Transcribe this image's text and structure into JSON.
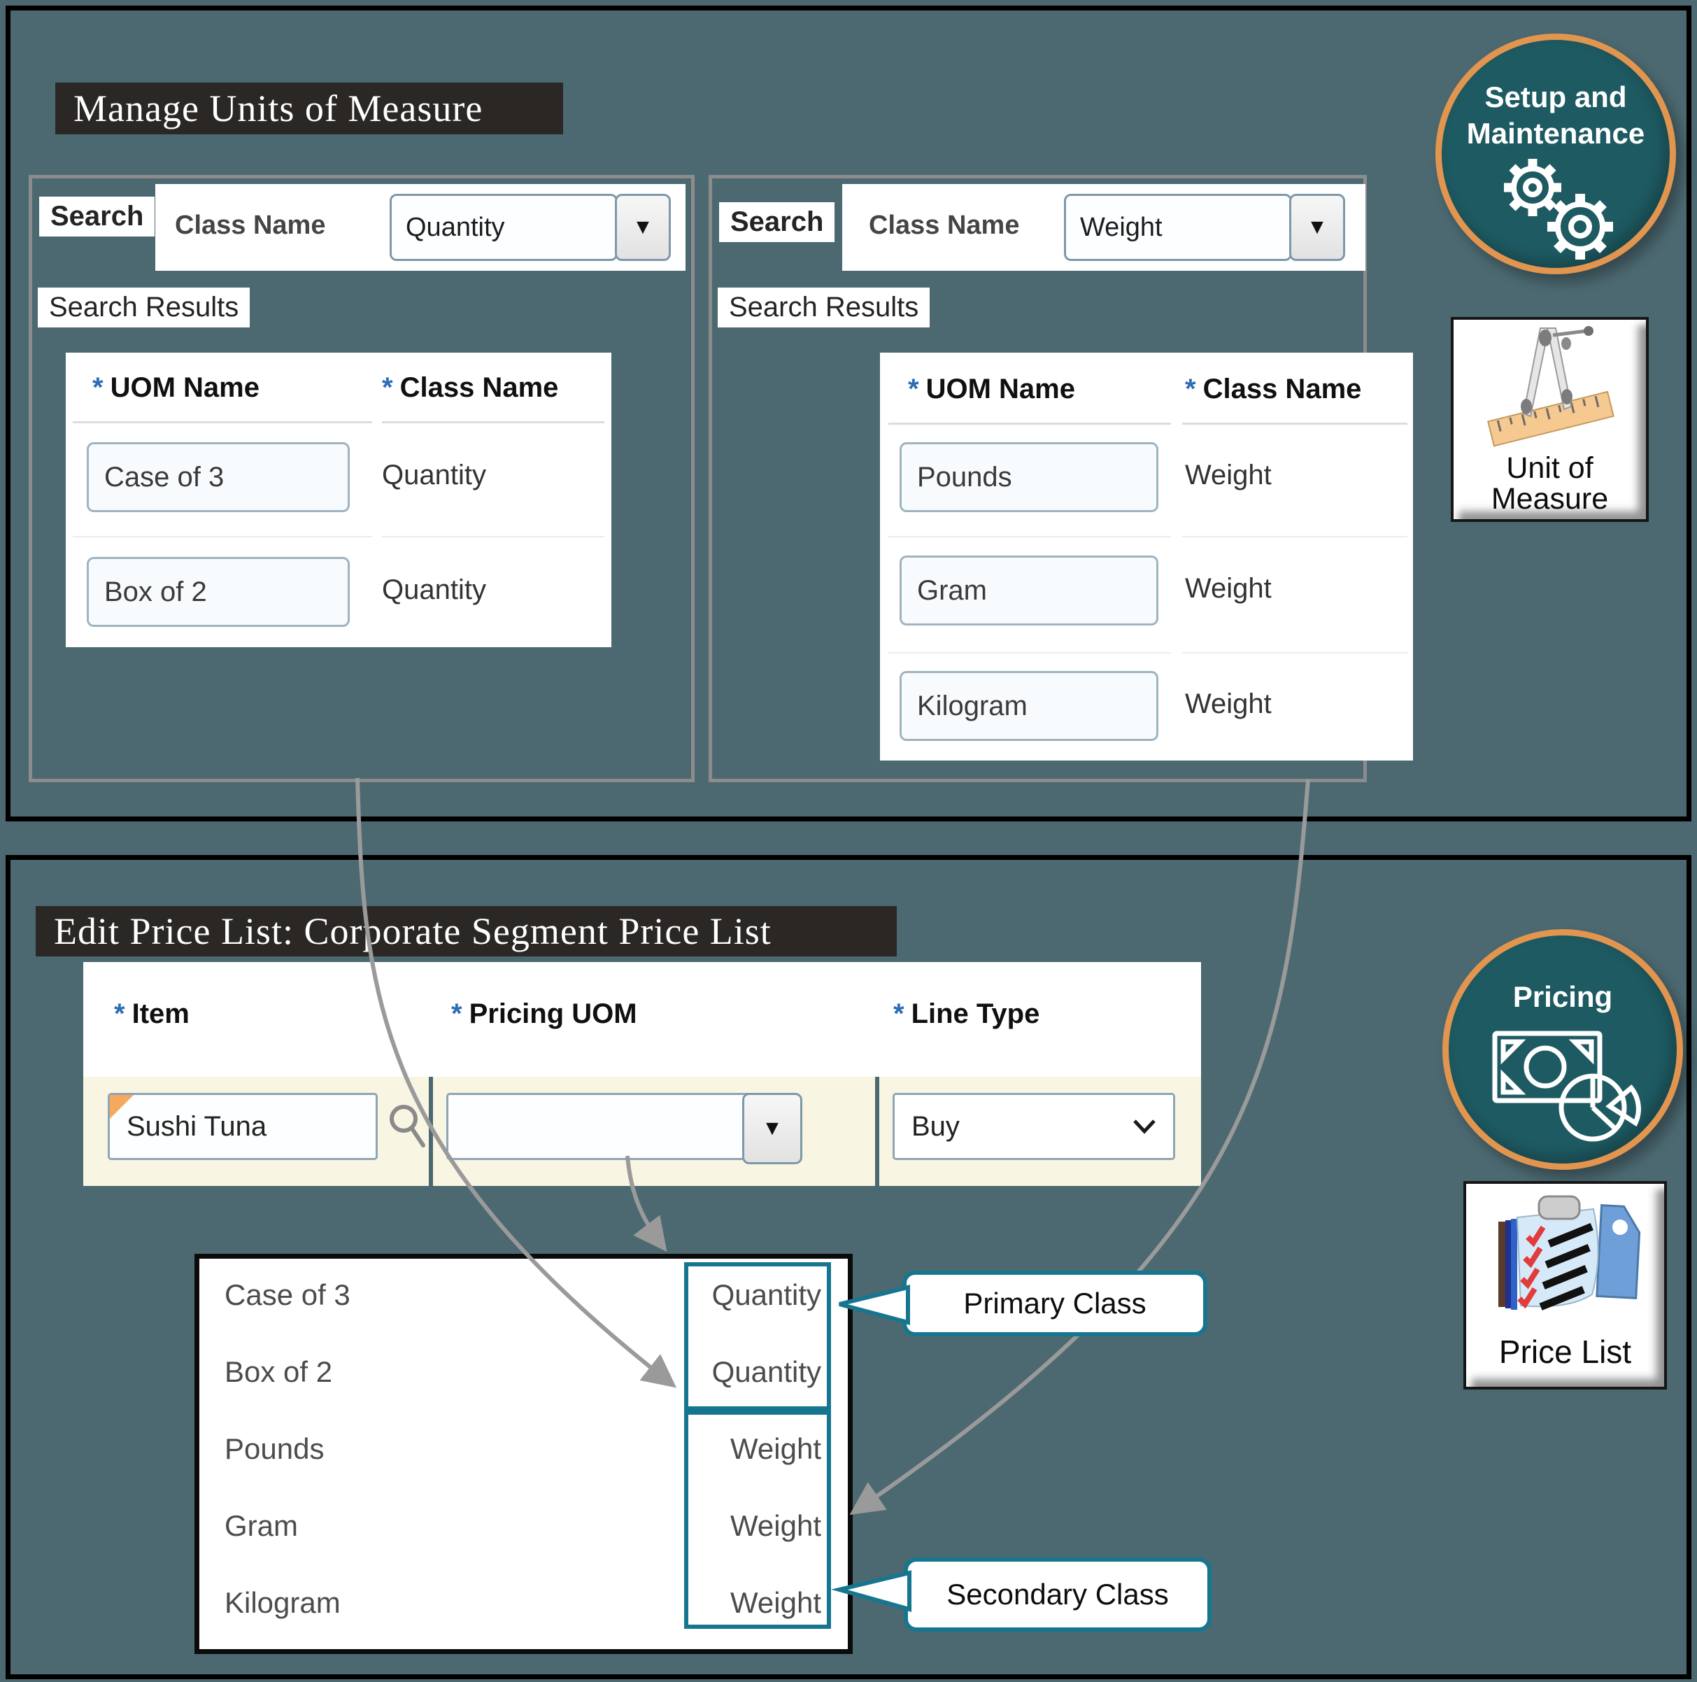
{
  "icons": {
    "dropdown_arrow": "▼"
  },
  "top": {
    "title": "Manage Units of Measure",
    "left_panel": {
      "search_label": "Search",
      "class_name_label": "Class Name",
      "class_value": "Quantity",
      "results_label": "Search Results",
      "req": "*",
      "uom_header": "UOM Name",
      "class_header": "Class Name",
      "rows": [
        {
          "uom": "Case of 3",
          "cls": "Quantity"
        },
        {
          "uom": "Box of 2",
          "cls": "Quantity"
        }
      ]
    },
    "right_panel": {
      "search_label": "Search",
      "class_name_label": "Class Name",
      "class_value": "Weight",
      "results_label": "Search Results",
      "req": "*",
      "uom_header": "UOM Name",
      "class_header": "Class Name",
      "rows": [
        {
          "uom": "Pounds",
          "cls": "Weight"
        },
        {
          "uom": "Gram",
          "cls": "Weight"
        },
        {
          "uom": "Kilogram",
          "cls": "Weight"
        }
      ]
    }
  },
  "bottom": {
    "title": "Edit Price List: Corporate Segment Price List",
    "form": {
      "req": "*",
      "item_label": "Item",
      "pricing_uom_label": "Pricing UOM",
      "line_type_label": "Line Type",
      "item_value": "Sushi Tuna",
      "pricing_uom_value": "",
      "line_type_value": "Buy"
    },
    "list": {
      "items": [
        "Case of 3",
        "Box of 2",
        "Pounds",
        "Gram",
        "Kilogram"
      ],
      "quantity_classes": [
        "Quantity",
        "Quantity"
      ],
      "weight_classes": [
        "Weight",
        "Weight",
        "Weight"
      ]
    },
    "callout_primary": "Primary Class",
    "callout_secondary": "Secondary Class"
  },
  "badges": {
    "setup_line1": "Setup and",
    "setup_line2": "Maintenance",
    "uom_line1": "Unit of",
    "uom_line2": "Measure",
    "pricing": "Pricing",
    "price_list": "Price List"
  }
}
